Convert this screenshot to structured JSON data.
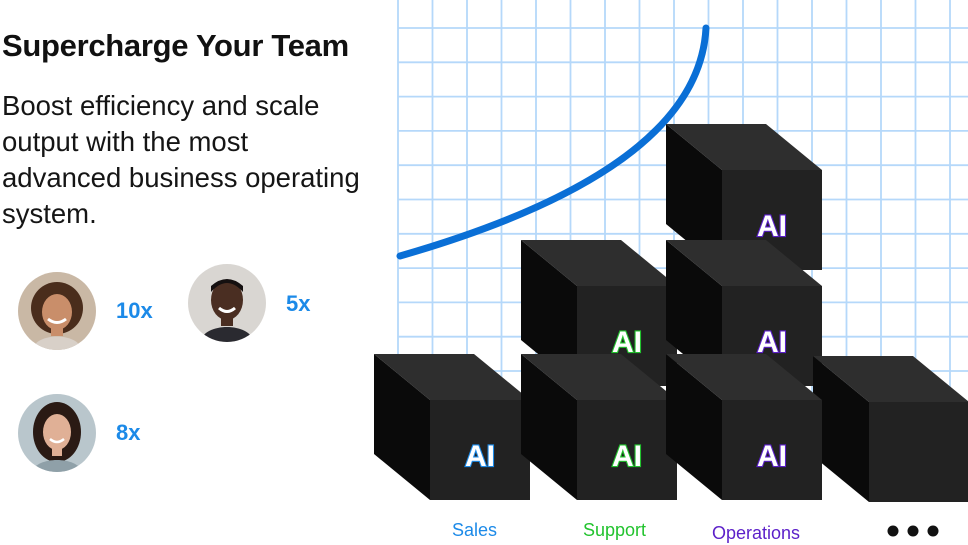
{
  "hero": {
    "title": "Supercharge Your Team",
    "subtitle": "Boost efficiency and scale output with the most advanced business operating system."
  },
  "team": [
    {
      "multiplier": "10x"
    },
    {
      "multiplier": "5x"
    },
    {
      "multiplier": "8x"
    }
  ],
  "blocks": {
    "label": "AI"
  },
  "departments": [
    {
      "label": "Sales",
      "color": "#1c8ae8"
    },
    {
      "label": "Support",
      "color": "#22c32e"
    },
    {
      "label": "Operations",
      "color": "#5b1fc9"
    }
  ],
  "colors": {
    "grid": "#b5d8fa",
    "curve": "#0a6fd6",
    "block_front": "#222222",
    "block_top": "#2e2e2e",
    "block_side": "#0a0a0a",
    "multiplier": "#1c8ae8"
  },
  "more_icon": "ellipsis-icon"
}
